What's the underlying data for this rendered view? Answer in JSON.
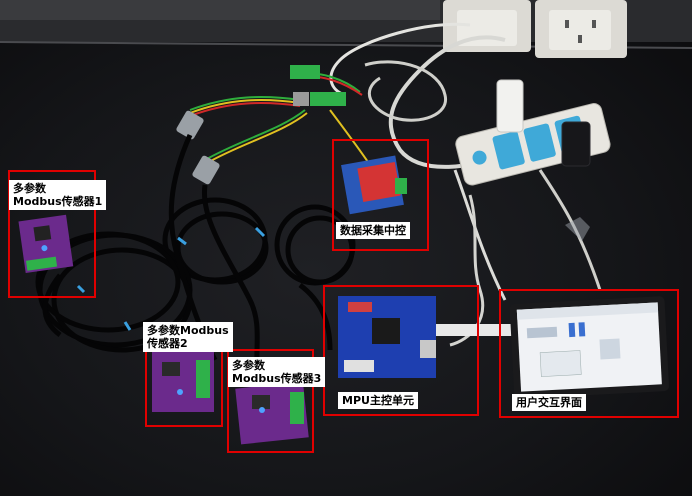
{
  "labels": {
    "sensor1": "多参数\nModbus传感器1",
    "sensor2": "多参数Modbus\n传感器2",
    "sensor3": "多参数\nModbus传感器3",
    "data_acq": "数据采集中控",
    "mpu": "MPU主控单元",
    "ui": "用户交互界面"
  },
  "colors": {
    "box_border": "#e00000",
    "label_bg": "#ffffff",
    "sensor_board": "#6b2a8c",
    "terminal_green": "#2fb14a",
    "mpu_board": "#1e3fb0",
    "power_strip": "#e8e6e0",
    "socket_blue": "#3fa9d8"
  }
}
